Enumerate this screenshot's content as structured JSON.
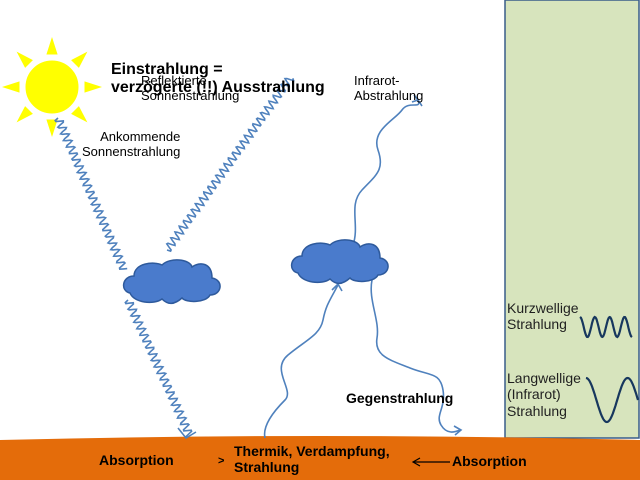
{
  "title": {
    "left": "Einstrahlung =",
    "right": "verzögerte (!!) Ausstrahlung"
  },
  "labels": {
    "reflected": "Reflektierte\nSonnenstrahlung",
    "incoming": "Ankommende\nSonnenstrahlung",
    "infrared": "Infrarot-\nAbstrahlung",
    "counter_radiation": "Gegenstrahlung"
  },
  "ground": {
    "absorption_left": "Absorption",
    "arrow_small": ">",
    "middle": "Thermik, Verdampfung,\nStrahlung",
    "absorption_right": "Absorption"
  },
  "legend": {
    "shortwave": "Kurzwellige\nStrahlung",
    "longwave": "Langwellige\n(Infrarot)\nStrahlung"
  },
  "colors": {
    "sun_fill": "#ffff00",
    "sun_rays": "#ffff00",
    "cloud_fill": "#4a7bcc",
    "cloud_stroke": "#2e5a9c",
    "wave": "#4f81bd",
    "ground": "#e46c0a",
    "legend_panel": "#d7e4bd",
    "legend_border": "#385d8a",
    "legend_wave": "#17375e"
  },
  "icons": [
    "sun-icon",
    "cloud-icon",
    "arrow-left-icon"
  ]
}
